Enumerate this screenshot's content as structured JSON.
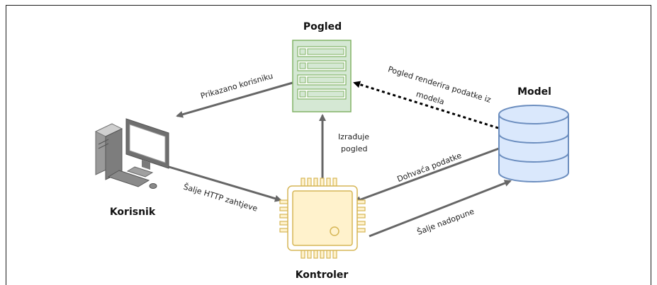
{
  "nodes": {
    "view": {
      "title": "Pogled"
    },
    "model": {
      "title": "Model"
    },
    "user": {
      "title": "Korisnik"
    },
    "controller": {
      "title": "Kontroler"
    }
  },
  "edges": {
    "view_to_user": "Prikazano korisniku",
    "model_to_view_line1": "Pogled renderira podatke iz",
    "model_to_view_line2": "modela",
    "controller_to_view_line1": "Izrađuje",
    "controller_to_view_line2": "pogled",
    "model_to_controller": "Dohvaća podatke",
    "user_to_controller": "Šalje HTTP zahtjeve",
    "controller_to_model": "Šalje nadopune"
  },
  "colors": {
    "arrow": "#666666",
    "view_fill": "#d5e8d4",
    "view_stroke": "#82b366",
    "model_fill": "#dae8fc",
    "model_stroke": "#6c8ebf",
    "controller_fill": "#fff2cc",
    "controller_stroke": "#d6b656"
  }
}
